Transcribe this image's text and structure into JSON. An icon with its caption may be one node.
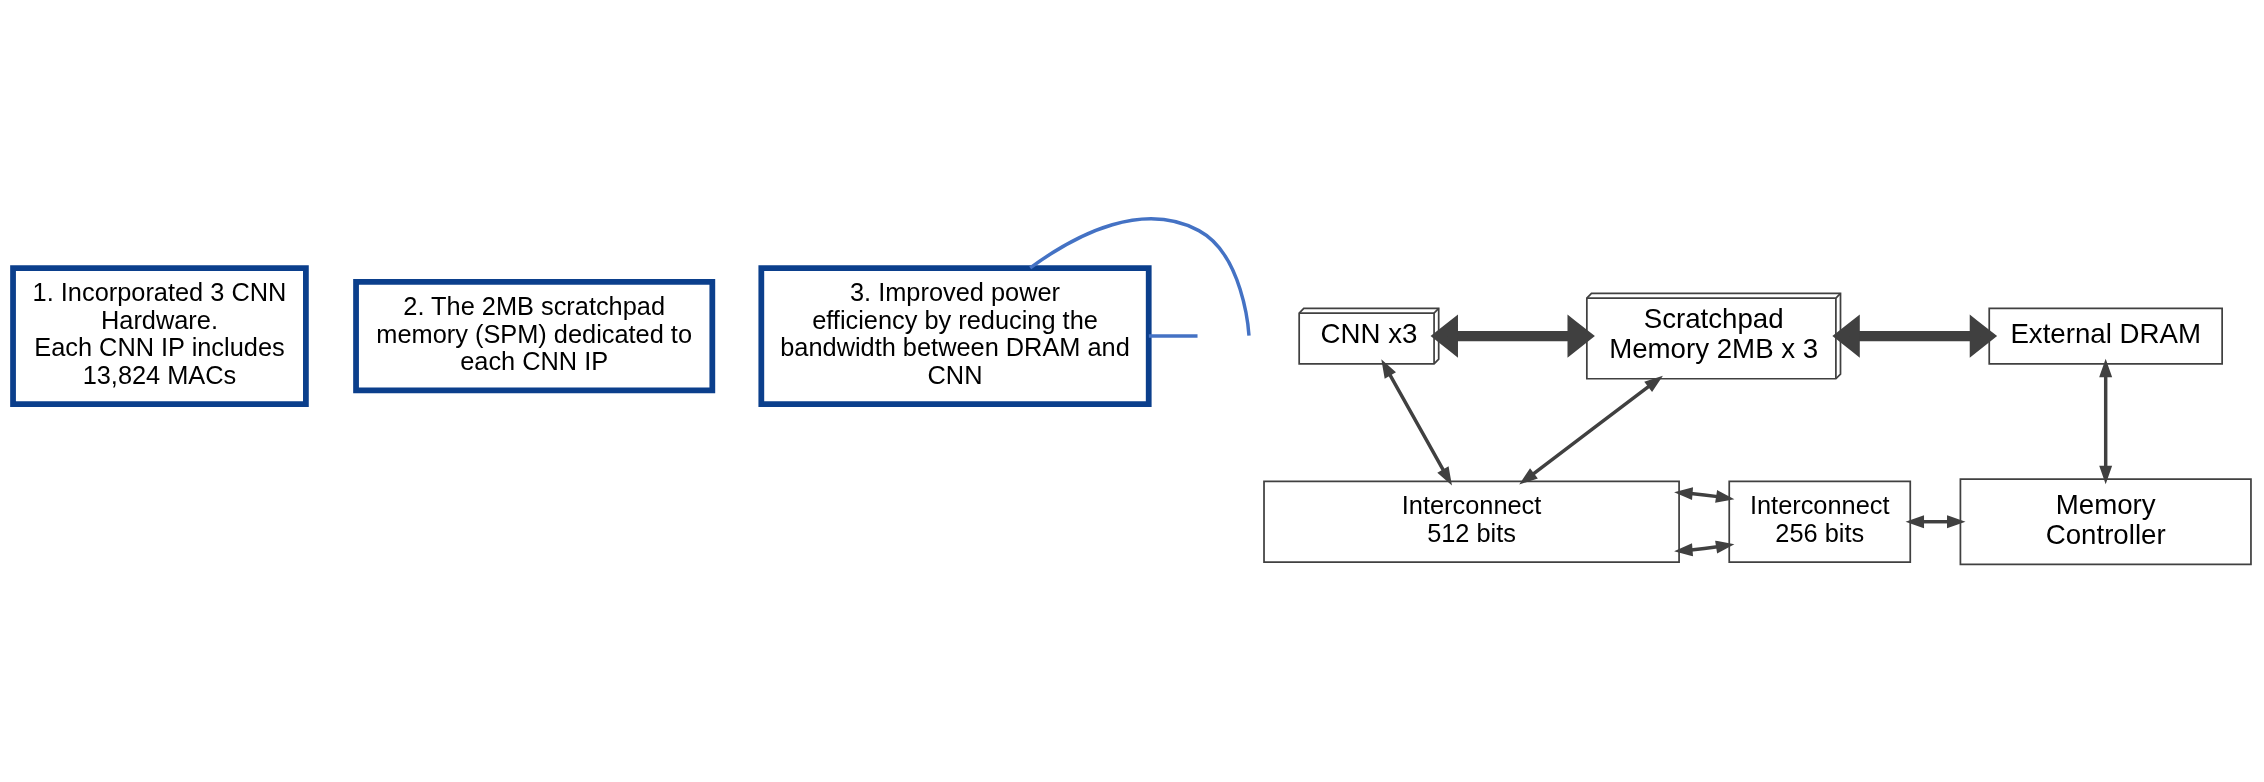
{
  "diagram": {
    "nodes": [
      {
        "text": [
          "1. Incorporated 3 CNN Hardware.",
          "Each CNN IP includes 13,824 MACs"
        ]
      },
      {
        "text": [
          "2. The 2MB scratchpad memory (SPM) dedicated to each CNN IP"
        ]
      },
      {
        "text": [
          "3. Improved power efficiency by reducing the bandwidth between DRAM and CNN"
        ]
      },
      {
        "text": [
          "CNN x3"
        ]
      },
      {
        "text": [
          "Scratchpad Memory 2MB x 3"
        ]
      },
      {
        "text": [
          "External DRAM"
        ]
      },
      {
        "text": [
          "Interconnect",
          "512 bits"
        ]
      },
      {
        "text": [
          "Interconnect",
          "256 bits"
        ]
      },
      {
        "text": [
          "Memory Controller"
        ]
      }
    ],
    "edges": [
      {
        "from": 3,
        "to": 4,
        "arrow": "both",
        "style": "thick"
      },
      {
        "from": 4,
        "to": 5,
        "arrow": "both",
        "style": "thick"
      },
      {
        "from": 2,
        "to": null,
        "arrow": "none",
        "color": "#4472c4"
      },
      {
        "from": 2,
        "to": null,
        "arrow": "none",
        "color": "#4472c4"
      },
      {
        "from": 3,
        "to": 6,
        "arrow": "both"
      },
      {
        "from": 4,
        "to": 6,
        "arrow": "both"
      },
      {
        "from": 6,
        "to": 7,
        "arrow": "both"
      },
      {
        "from": 6,
        "to": 7,
        "arrow": "both"
      },
      {
        "from": 7,
        "to": 8,
        "arrow": "both"
      },
      {
        "from": 5,
        "to": 8,
        "arrow": "both"
      }
    ]
  }
}
